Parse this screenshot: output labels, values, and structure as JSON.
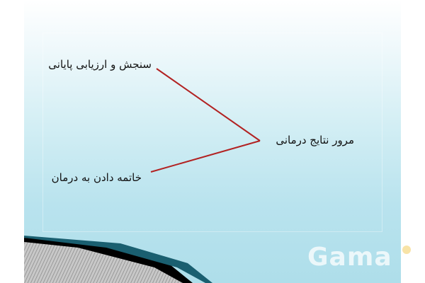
{
  "slide": {
    "labels": {
      "top": "سنجش و ارزیابی پایانی",
      "center": "مرور نتایج درمانی",
      "bottom": "خاتمه دادن به درمان"
    }
  },
  "watermark": {
    "text": "Gama"
  },
  "colors": {
    "connector": "#b22222",
    "background_top": "#ffffff",
    "background_bottom": "#aedeea"
  }
}
